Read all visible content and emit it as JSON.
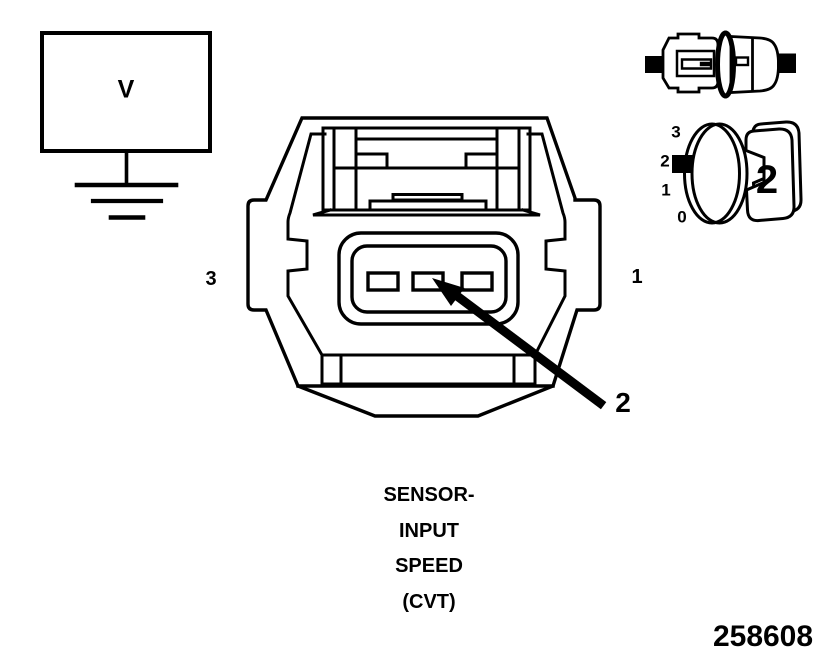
{
  "figure": {
    "caption_lines": [
      "SENSOR-",
      "INPUT",
      "SPEED",
      "(CVT)"
    ],
    "figure_number": "258608"
  },
  "voltmeter": {
    "label": "V"
  },
  "connector_view": {
    "left_pin_label": "3",
    "right_pin_label": "1",
    "arrow_callout_label": "2"
  },
  "terminal_position_icon": {
    "scale_labels": [
      "3",
      "2",
      "1",
      "0"
    ],
    "highlighted_terminal": "2"
  },
  "colors": {
    "line_color": "#000000",
    "background": "#ffffff"
  }
}
